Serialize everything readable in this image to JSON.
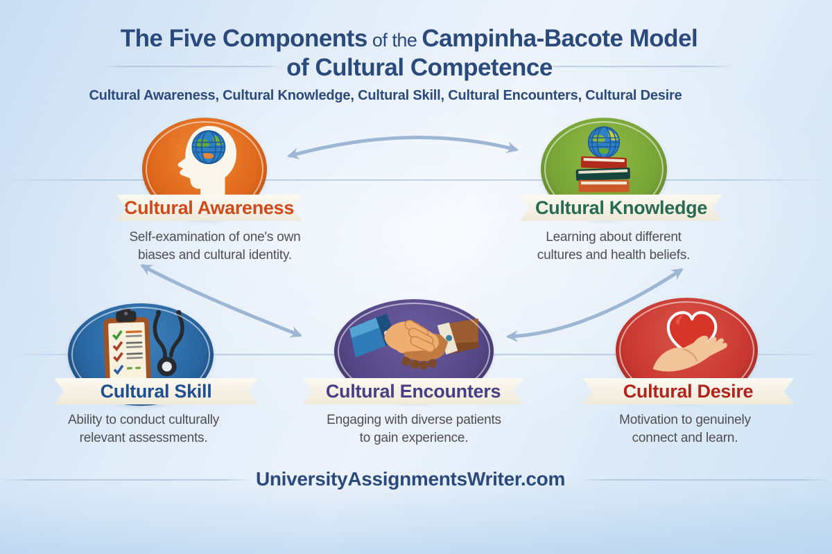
{
  "header": {
    "title": {
      "part1": "The Five Components",
      "part2": "of the",
      "part3": "Campinha-Bacote Model",
      "line2": "of Cultural Competence"
    },
    "subtitle": "Cultural Awareness, Cultural Knowledge, Cultural Skill, Cultural Encounters, Cultural Desire",
    "title_color": "#2b4a7c"
  },
  "components": [
    {
      "id": "cultural-awareness",
      "label": "Cultural Awareness",
      "description_line1": "Self-examination of one's own",
      "description_line2": "biases and cultural identity.",
      "circle_color": "#e06a1e",
      "label_color": "#d0491b",
      "icon": "head-with-globe-icon"
    },
    {
      "id": "cultural-knowledge",
      "label": "Cultural Knowledge",
      "description_line1": "Learning about different",
      "description_line2": "cultures and health beliefs.",
      "circle_color": "#7aa637",
      "label_color": "#266b52",
      "icon": "books-and-globe-icon"
    },
    {
      "id": "cultural-skill",
      "label": "Cultural Skill",
      "description_line1": "Ability to conduct culturally",
      "description_line2": "relevant assessments.",
      "circle_color": "#2a69a5",
      "label_color": "#1d4f91",
      "icon": "clipboard-stethoscope-icon"
    },
    {
      "id": "cultural-encounters",
      "label": "Cultural Encounters",
      "description_line1": "Engaging with diverse patients",
      "description_line2": "to gain experience.",
      "circle_color": "#584a8a",
      "label_color": "#473f83",
      "icon": "handshake-icon"
    },
    {
      "id": "cultural-desire",
      "label": "Cultural Desire",
      "description_line1": "Motivation to genuinely",
      "description_line2": "connect and learn.",
      "circle_color": "#cb3b33",
      "label_color": "#b1241c",
      "icon": "hand-holding-heart-icon"
    }
  ],
  "connectors": {
    "arrow_color": "#9cb6d3",
    "arrows": [
      "awareness-knowledge-double-arrow",
      "awareness-encounters-double-arrow",
      "encounters-knowledge-double-arrow"
    ]
  },
  "footer": {
    "website": "UniversityAssignmentsWriter.com"
  },
  "colors": {
    "background": "#dcebf7",
    "banner": "#f7f3e8",
    "description_text": "#4e4e52"
  }
}
